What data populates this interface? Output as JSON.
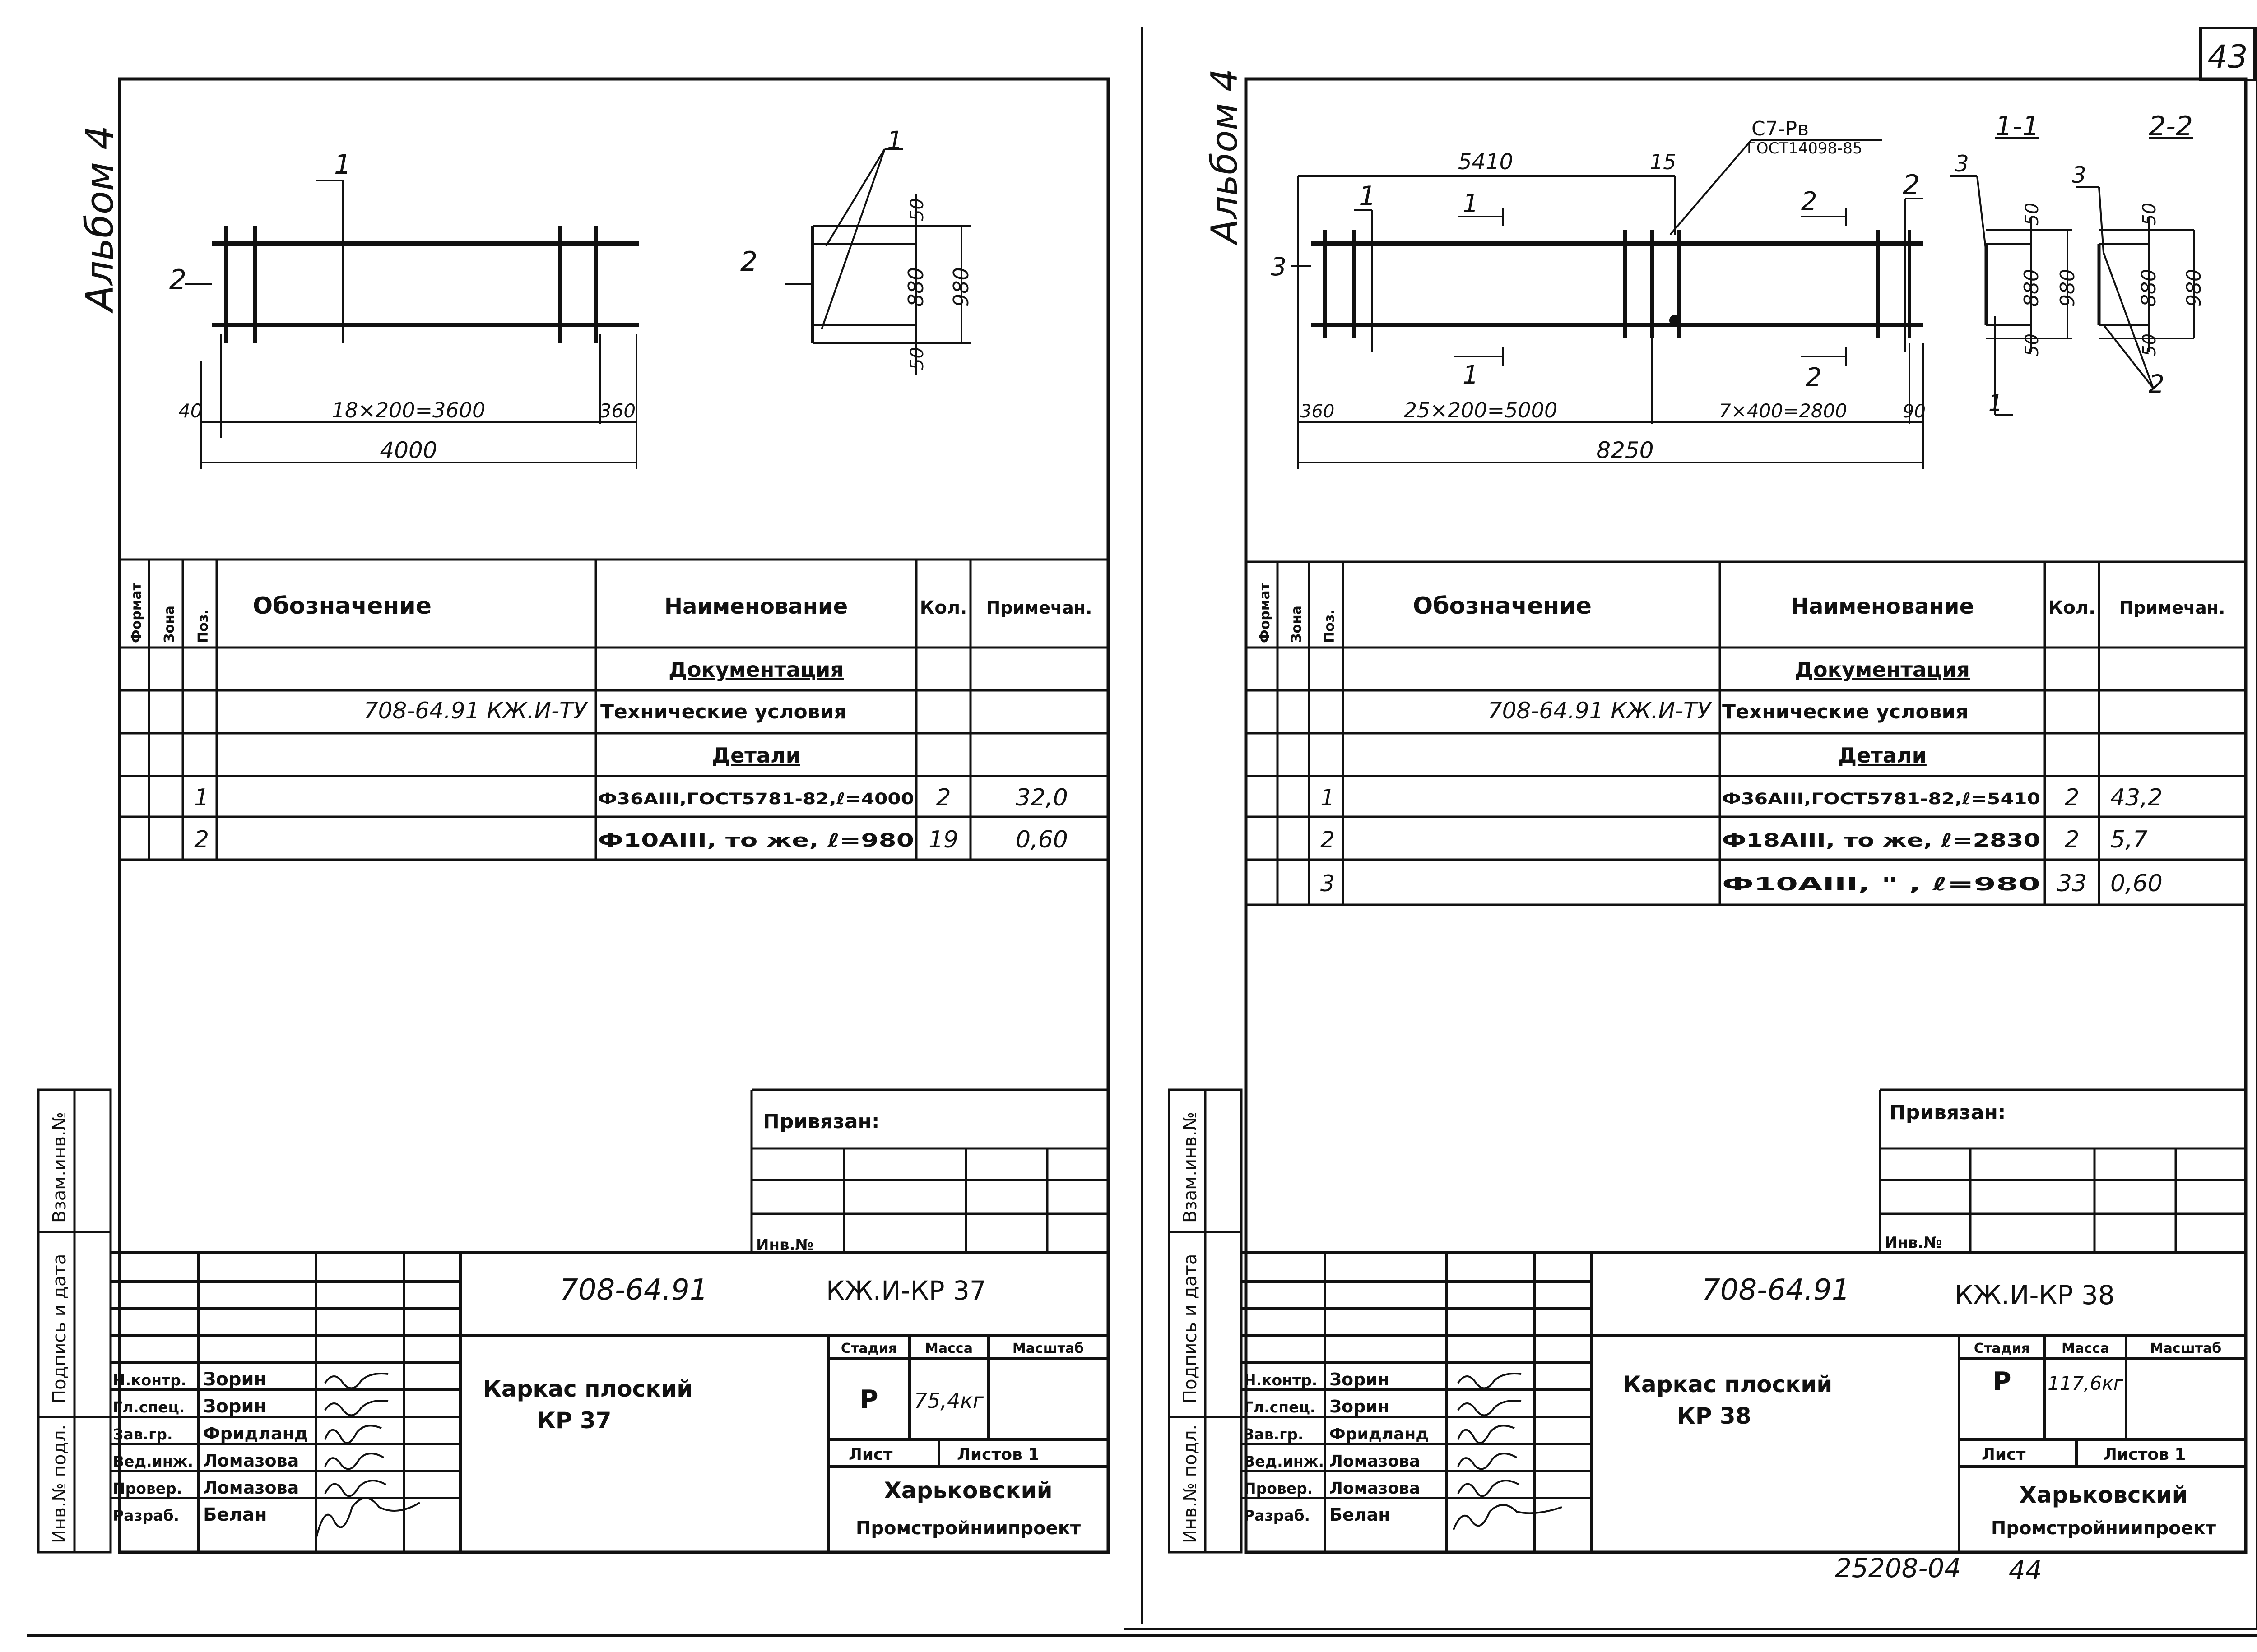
{
  "page_number": "43",
  "bottom_code": "25208-04",
  "bottom_page": "44",
  "sheets": [
    {
      "album": "Альбом 4",
      "drawing": {
        "pos1": "1",
        "pos2": "2",
        "left_dim": "40",
        "main_dim": "18×200=3600",
        "right_dim": "360",
        "total_dim": "4000",
        "sec_dim_top": "50",
        "sec_dim_mid": "880",
        "sec_dim_total": "980",
        "sec_dim_bot": "50",
        "sec_pos1": "1",
        "sec_pos2": "2"
      },
      "spec": {
        "headers": {
          "format": "Формат",
          "zone": "Зона",
          "pos": "Поз.",
          "designation": "Обозначение",
          "name": "Наименование",
          "qty": "Кол.",
          "note": "Примечан."
        },
        "rows": [
          {
            "pos": "",
            "designation": "",
            "name": "Документация",
            "qty": "",
            "note": "",
            "heading": true
          },
          {
            "pos": "",
            "designation": "708-64.91 КЖ.И-ТУ",
            "name": "Технические условия",
            "qty": "",
            "note": ""
          },
          {
            "pos": "",
            "designation": "",
            "name": "Детали",
            "qty": "",
            "note": "",
            "heading": true
          },
          {
            "pos": "1",
            "designation": "",
            "name": "Ф36АIII,ГОСТ5781-82,ℓ=4000",
            "qty": "2",
            "note": "32,0"
          },
          {
            "pos": "2",
            "designation": "",
            "name": "Ф10АIII, то же, ℓ=980",
            "qty": "19",
            "note": "0,60"
          }
        ]
      },
      "stamp": {
        "privyazan": "Привязан:",
        "inv_no": "Инв.№",
        "side_labels": [
          "Инв.№ подл.",
          "Подпись и дата",
          "Взам.инв.№"
        ],
        "code": "708-64.91",
        "mark": "КЖ.И-КР 37",
        "title_line1": "Каркас плоский",
        "title_line2": "КР 37",
        "stage_label": "Стадия",
        "mass_label": "Масса",
        "scale_label": "Масштаб",
        "stage": "Р",
        "mass": "75,4кг",
        "scale": "",
        "sheet_label": "Лист",
        "sheets_label": "Листов 1",
        "org_line1": "Харьковский",
        "org_line2": "Промстройниипроект",
        "people": [
          {
            "role": "Н.контр.",
            "name": "Зорин"
          },
          {
            "role": "Гл.спец.",
            "name": "Зорин"
          },
          {
            "role": "Зав.гр.",
            "name": "Фридланд"
          },
          {
            "role": "Вед.инж.",
            "name": "Ломазова"
          },
          {
            "role": "Провер.",
            "name": "Ломазова"
          },
          {
            "role": "Разраб.",
            "name": "Белан"
          }
        ]
      }
    },
    {
      "album": "Альбом 4",
      "drawing": {
        "pos1": "1",
        "pos2": "2",
        "pos3": "3",
        "dim_5410": "5410",
        "dim_15": "15",
        "weld_mark": "С7-Рв",
        "weld_gost": "ГОСТ14098-85",
        "cut1": "1",
        "cut2": "2",
        "left_dim": "360",
        "dim_a": "25×200=5000",
        "dim_b": "7×400=2800",
        "right_dim": "90",
        "total_dim": "8250",
        "section1": "1-1",
        "section2": "2-2",
        "s_dim_top": "50",
        "s_dim_mid": "880",
        "s_dim_total": "980",
        "s_dim_bot": "50",
        "s_pos1": "1",
        "s_pos2": "2",
        "s_pos3": "3"
      },
      "spec": {
        "headers": {
          "format": "Формат",
          "zone": "Зона",
          "pos": "Поз.",
          "designation": "Обозначение",
          "name": "Наименование",
          "qty": "Кол.",
          "note": "Примечан."
        },
        "rows": [
          {
            "pos": "",
            "designation": "",
            "name": "Документация",
            "qty": "",
            "note": "",
            "heading": true
          },
          {
            "pos": "",
            "designation": "708-64.91 КЖ.И-ТУ",
            "name": "Технические условия",
            "qty": "",
            "note": ""
          },
          {
            "pos": "",
            "designation": "",
            "name": "Детали",
            "qty": "",
            "note": "",
            "heading": true
          },
          {
            "pos": "1",
            "designation": "",
            "name": "Ф36АIII,ГОСТ5781-82,ℓ=5410",
            "qty": "2",
            "note": "43,2"
          },
          {
            "pos": "2",
            "designation": "",
            "name": "Ф18АIII, то же, ℓ=2830",
            "qty": "2",
            "note": "5,7"
          },
          {
            "pos": "3",
            "designation": "",
            "name": "Ф10АIII,   \"    , ℓ=980",
            "qty": "33",
            "note": "0,60"
          }
        ]
      },
      "stamp": {
        "privyazan": "Привязан:",
        "inv_no": "Инв.№",
        "side_labels": [
          "Инв.№ подл.",
          "Подпись и дата",
          "Взам.инв.№"
        ],
        "code": "708-64.91",
        "mark": "КЖ.И-КР 38",
        "title_line1": "Каркас плоский",
        "title_line2": "КР 38",
        "stage_label": "Стадия",
        "mass_label": "Масса",
        "scale_label": "Масштаб",
        "stage": "Р",
        "mass": "117,6кг",
        "scale": "",
        "sheet_label": "Лист",
        "sheets_label": "Листов 1",
        "org_line1": "Харьковский",
        "org_line2": "Промстройниипроект",
        "people": [
          {
            "role": "Н.контр.",
            "name": "Зорин"
          },
          {
            "role": "Гл.спец.",
            "name": "Зорин"
          },
          {
            "role": "Зав.гр.",
            "name": "Фридланд"
          },
          {
            "role": "Вед.инж.",
            "name": "Ломазова"
          },
          {
            "role": "Провер.",
            "name": "Ломазова"
          },
          {
            "role": "Разраб.",
            "name": "Белан"
          }
        ]
      }
    }
  ]
}
